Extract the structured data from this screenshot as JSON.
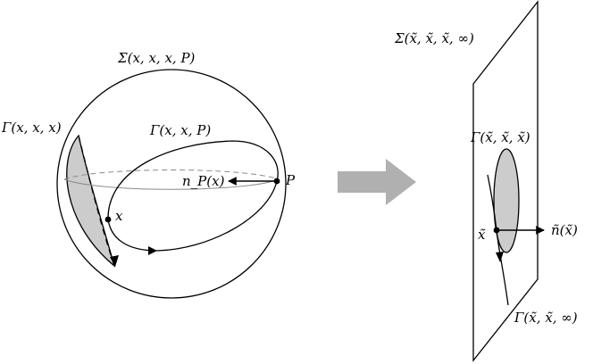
{
  "left_figure": {
    "sphere_label": "Σ(x, x, x, P)",
    "loop_label": "Γ(x, x, P)",
    "cap_label": "Γ(x, x, x)",
    "normal_label": "n_P(x)",
    "point_p_label": "P",
    "point_x_label": "x"
  },
  "right_figure": {
    "plane_label": "Σ(x̃, x̃, x̃, ∞)",
    "cap_label": "Γ(x̃, x̃, x̃)",
    "curve_label": "Γ(x̃, x̃, ∞)",
    "point_label": "x̃",
    "normal_label": "ñ(x̃)"
  },
  "colors": {
    "stroke": "#000000",
    "cap_fill": "#cccccc",
    "arrow_fill": "#b0b0b0",
    "equator": "#8a8a8a"
  }
}
